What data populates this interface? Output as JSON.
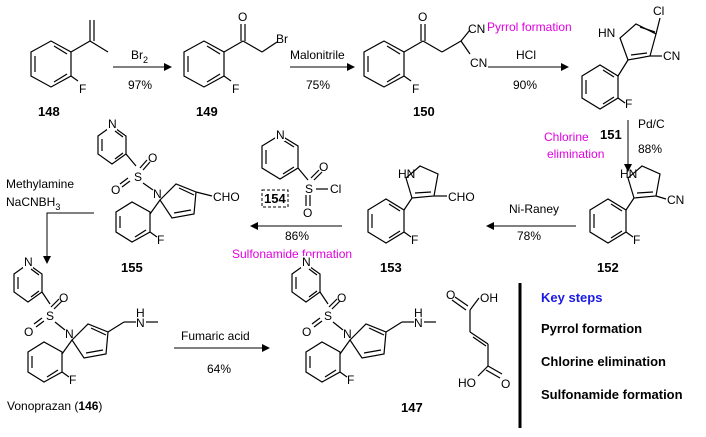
{
  "compounds": {
    "c148": "148",
    "c149": "149",
    "c150": "150",
    "c151": "151",
    "c152": "152",
    "c153": "153",
    "c154": "154",
    "c155": "155",
    "c147": "147",
    "vono_name": "Vonoprazan (",
    "vono_num": "146",
    "vono_close": ")"
  },
  "steps": {
    "s1_reagent": "Br",
    "s1_sub": "2",
    "s1_yield": "97%",
    "s2_reagent": "Malonitrile",
    "s2_yield": "75%",
    "s3_reagent": "HCl",
    "s3_yield": "90%",
    "s3_note": "Pyrrol formation",
    "s4_reagent": "Pd/C",
    "s4_yield": "88%",
    "s4_note1": "Chlorine",
    "s4_note2": "elimination",
    "s5_reagent": "Ni-Raney",
    "s5_yield": "78%",
    "s6_yield": "86%",
    "s6_note": "Sulfonamide formation",
    "s7_reagent1": "Methylamine",
    "s7_reagent2a": "NaCNBH",
    "s7_reagent2b": "3",
    "s8_reagent": "Fumaric acid",
    "s8_yield": "64%"
  },
  "atoms": {
    "F": "F",
    "O": "O",
    "Br": "Br",
    "CN": "CN",
    "HN": "HN",
    "Cl": "Cl",
    "CHO": "CHO",
    "N": "N",
    "S": "S",
    "NH": "H",
    "OH": "OH",
    "HO": "HO"
  },
  "key_steps": {
    "heading": "Key steps",
    "items": [
      "Pyrrol formation",
      "Chlorine elimination",
      "Sulfonamide formation"
    ]
  },
  "colors": {
    "highlight": "#e000e0",
    "heading": "#1a1ae6"
  }
}
